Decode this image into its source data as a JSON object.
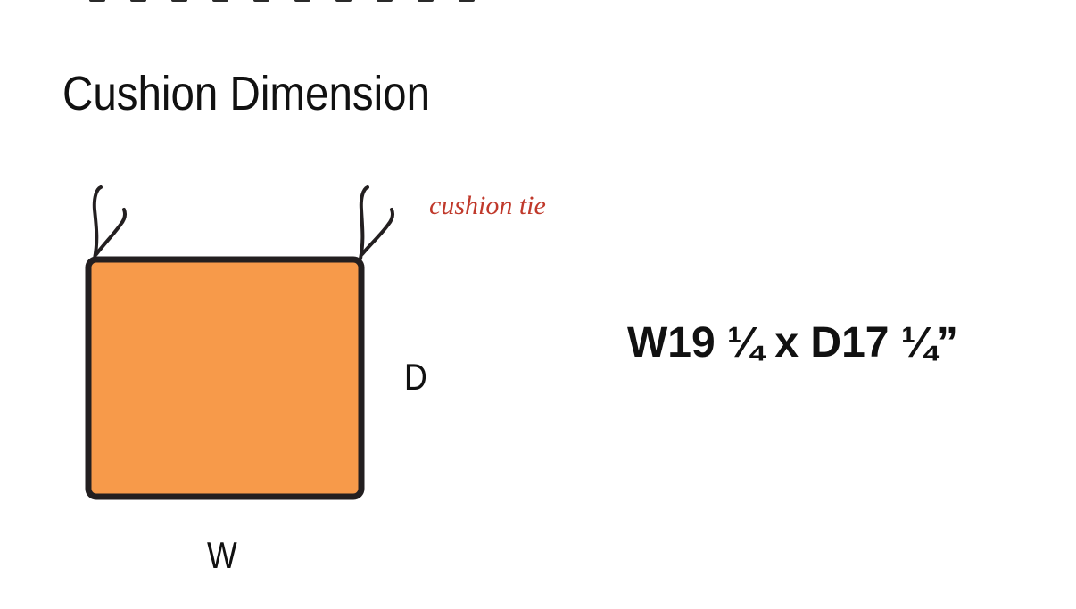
{
  "title": "Cushion Dimension",
  "diagram": {
    "tie_label": "cushion tie",
    "depth_label": "D",
    "width_label": "W",
    "cushion_color": "#F79A4A",
    "outline_color": "#231F20",
    "tie_label_color": "#C0392B"
  },
  "dimensions": {
    "text": "W19 ¼ x D17 ¼”"
  }
}
